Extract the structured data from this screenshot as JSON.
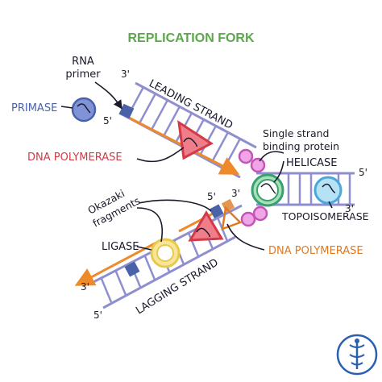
{
  "title": "REPLICATION FORK",
  "labels": {
    "rna_primer_line1": "RNA",
    "rna_primer_line2": "primer",
    "primase": "PRIMASE",
    "leading_strand": "LEADING STRAND",
    "dna_polymerase_leading": "DNA POLYMERASE",
    "ssb_line1": "Single strand",
    "ssb_line2": "binding protein",
    "helicase": "HELICASE",
    "topoisomerase": "TOPOISOMERASE",
    "okazaki_line1": "Okazaki",
    "okazaki_line2": "fragments",
    "ligase": "LIGASE",
    "dna_polymerase_lagging": "DNA POLYMERASE",
    "lagging_strand": "LAGGING STRAND"
  },
  "ends": {
    "leading_top_3": "3'",
    "leading_bottom_5": "5'",
    "parent_top_5": "5'",
    "fork_3": "3'",
    "parent_bottom_3": "3'",
    "lagging_fragment_5": "5'",
    "lagging_left_3": "3'",
    "lagging_bottom_5": "5'"
  },
  "colors": {
    "title": "#5aa84a",
    "primase": "#4a63a8",
    "polymerase_leading": "#d33a45",
    "polymerase_lagging": "#e07a22",
    "ssb": "#c455b8",
    "helicase": "#3aa070",
    "topoisomerase": "#4aa8d8",
    "ligase": "#e8c94a",
    "strand": "#8f8fcf",
    "new_strand": "#ef8a2a",
    "ink": "#1a1a2a"
  },
  "logo": {
    "icon": "caduceus-logo-icon"
  }
}
